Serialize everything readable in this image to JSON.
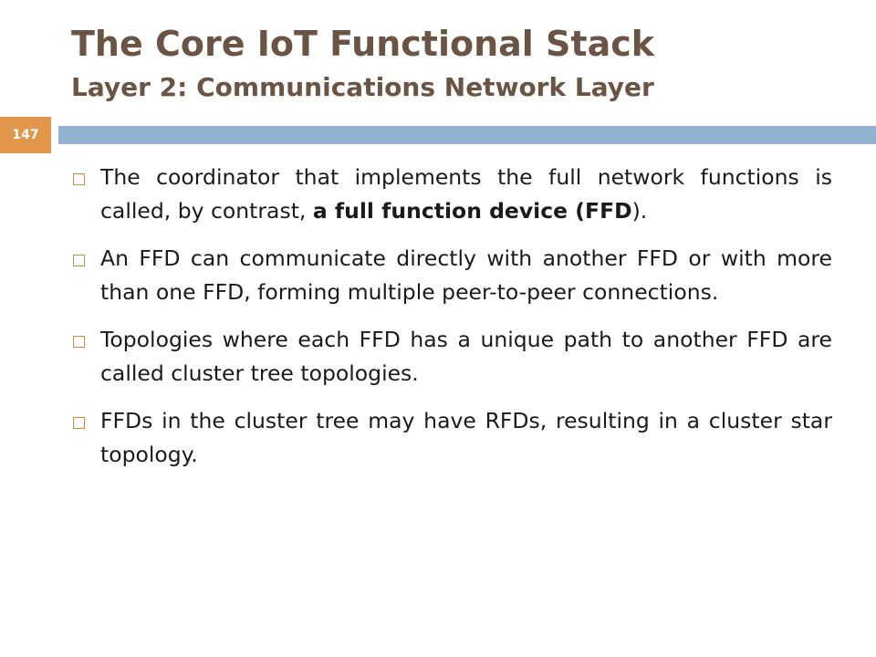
{
  "slide": {
    "title": "The Core IoT Functional Stack",
    "subtitle": "Layer 2: Communications Network Layer",
    "slide_number": "147",
    "colors": {
      "title": "#6b5444",
      "header_bar": "#92b0cf",
      "slide_number_box": "#e2964c",
      "bullet_marker": "#d9853a",
      "body_text": "#1a1a1a"
    },
    "bullet_icon": "hollow-square-icon",
    "bullets": [
      {
        "parts": [
          {
            "text": "The coordinator that implements the full network functions is called, by contrast, ",
            "bold": false
          },
          {
            "text": "a full function device (FFD",
            "bold": true
          },
          {
            "text": ").",
            "bold": false
          }
        ]
      },
      {
        "parts": [
          {
            "text": "An FFD can communicate directly with another FFD or with more than one FFD, forming multiple peer-to-peer connections.",
            "bold": false
          }
        ]
      },
      {
        "parts": [
          {
            "text": "Topologies where each FFD has a unique path to another FFD are called cluster tree topologies.",
            "bold": false
          }
        ]
      },
      {
        "parts": [
          {
            "text": "FFDs in the cluster tree may have RFDs, resulting in a cluster star topology.",
            "bold": false
          }
        ]
      }
    ]
  }
}
